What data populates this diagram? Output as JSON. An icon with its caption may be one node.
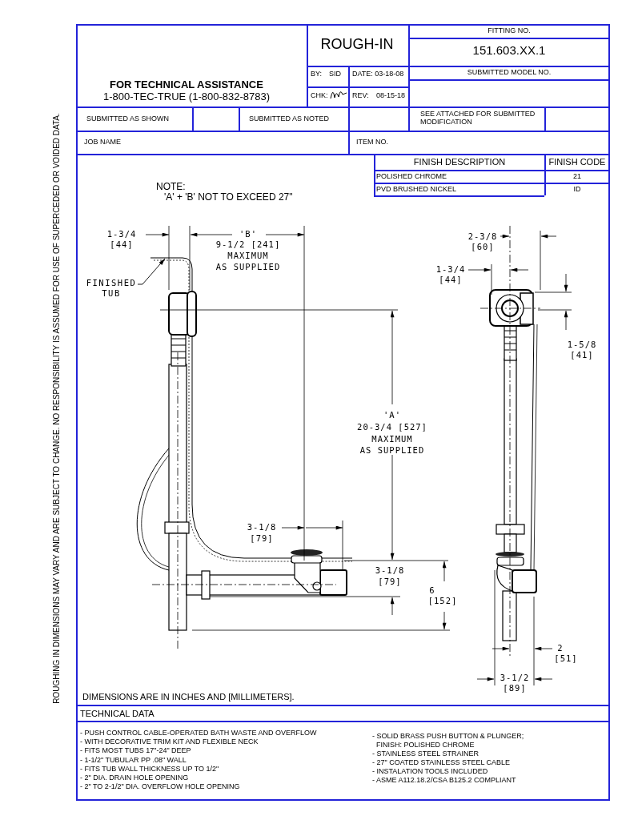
{
  "diagram": {
    "nodes": [
      {
        "text": [
          "FINISHED TUB"
        ]
      },
      {
        "text": [],
        "shape": "picture"
      }
    ],
    "edges": [
      {
        "from": 0,
        "to": 1,
        "arrow": "to"
      }
    ],
    "labels": [
      "FOR TECHNICAL ASSISTANCE",
      "1-800-TEC-TRUE (1-800-832-8783)",
      "ROUGH-IN",
      "FITTING NO.",
      "151.603.XX.1",
      "BY:",
      "SID",
      "DATE: 03-18-08",
      "SUBMITTED MODEL NO.",
      "CHK:",
      "REV:",
      "08-15-18",
      "SUBMITTED AS SHOWN",
      "SUBMITTED AS NOTED",
      "SEE ATTACHED FOR SUBMITTED MODIFICATION",
      "JOB NAME",
      "ITEM NO.",
      "FINISH DESCRIPTION",
      "FINISH CODE",
      "POLISHED CHROME",
      "21",
      "PVD BRUSHED NICKEL",
      "ID",
      "NOTE:",
      "'A' + 'B' NOT TO EXCEED 27\"",
      "1-3/4",
      "[44]",
      "'B'",
      "9-1/2 [241]",
      "MAXIMUM",
      "AS SUPPLIED",
      "2-3/8",
      "[60]",
      "1-3/4",
      "[44]",
      "1-5/8",
      "[41]",
      "'A'",
      "20-3/4 [527]",
      "MAXIMUM",
      "AS SUPPLIED",
      "3-1/8",
      "[79]",
      "3-1/8",
      "[79]",
      "6",
      "[152]",
      "2",
      "[51]",
      "3-1/2",
      "[89]",
      "DIMENSIONS ARE IN INCHES AND [MILLIMETERS].",
      "TECHNICAL DATA",
      "- PUSH CONTROL CABLE-OPERATED BATH WASTE AND OVERFLOW",
      "- WITH DECORATIVE TRIM KIT AND FLEXIBLE NECK",
      "- FITS MOST TUBS 17\"-24\" DEEP",
      "- 1-1/2\" TUBULAR PP .08\" WALL",
      "- FITS TUB WALL THICKNESS UP TO 1/2\"",
      "- 2\" DIA. DRAIN HOLE OPENING",
      "- 2\" TO 2-1/2\" DIA. OVERFLOW HOLE OPENING",
      "- SOLID BRASS PUSH BUTTON & PLUNGER;",
      "FINISH: POLISHED CHROME",
      "- STAINLESS STEEL STRAINER",
      "- 27\" COATED STAINLESS STEEL CABLE",
      "- INSTALATION TOOLS INCLUDED",
      "- ASME A112.18.2/CSA B125.2 COMPLIANT",
      "ROUGHING IN DIMENSIONS MAY VARY AND ARE SUBJECT TO CHANGE.  NO RESPONSIBILITY IS ASSUMED FOR USE OF SUPERCEDED OR VOIDED DATA."
    ]
  }
}
